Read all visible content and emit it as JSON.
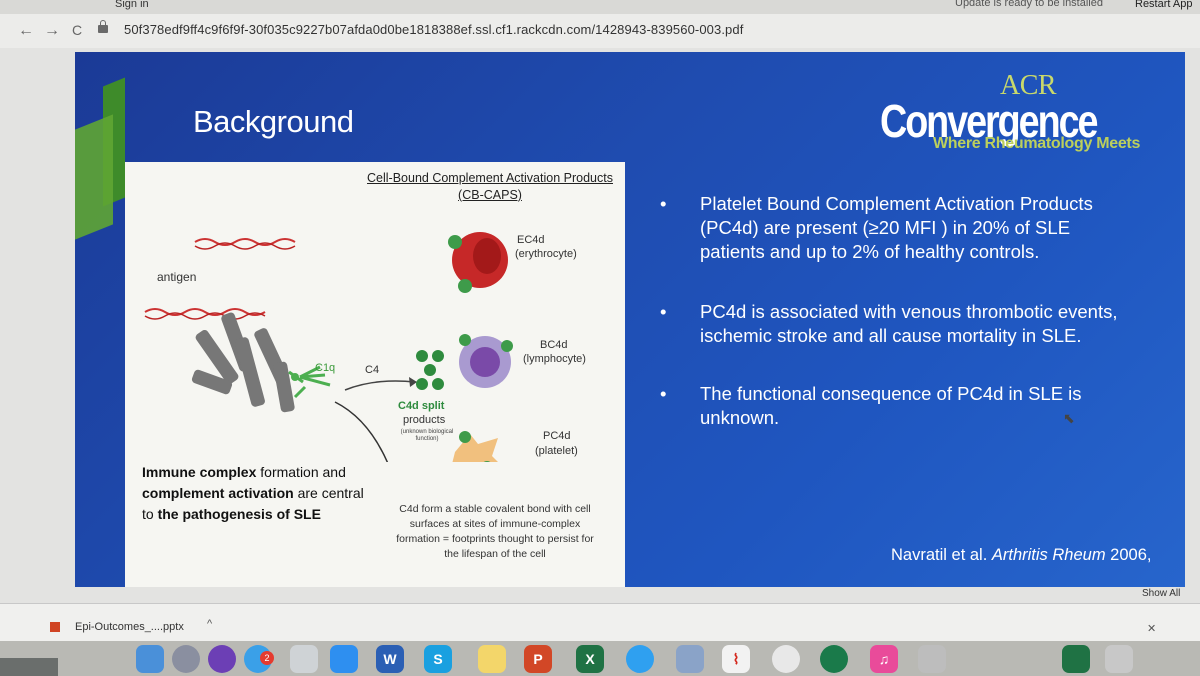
{
  "browser": {
    "tab_title": "Sign in",
    "update_notice": "Update is ready to be installed",
    "restart_label": "Restart App",
    "nav": {
      "back": "←",
      "forward": "→",
      "reload": "C"
    },
    "url": "50f378edf9ff4c9f6f9f-30f035c9227b07afda0d0be1818388ef.ssl.cf1.rackcdn.com/1428943-839560-003.pdf"
  },
  "slide": {
    "title": "Background",
    "logo": {
      "acr": "ACR",
      "convergence": "Convergence",
      "tagline": "Where Rheumatology Meets"
    },
    "figure": {
      "title_line1": "Cell-Bound Complement Activation Products",
      "title_line2": "(CB-CAPS)",
      "antigen": "antigen",
      "c1q": "C1q",
      "c4": "C4",
      "c4d_split": "C4d split",
      "products": "products",
      "unknown_line1": "(unknown biological",
      "unknown_line2": "function)",
      "ec4d": "EC4d",
      "ec4d_sub": "(erythrocyte)",
      "bc4d": "BC4d",
      "bc4d_sub": "(lymphocyte)",
      "pc4d": "PC4d",
      "pc4d_sub": "(platelet)",
      "statement_a": "Immune complex",
      "statement_b": " formation and ",
      "statement_c": "complement activation",
      "statement_d": " are central to ",
      "statement_e": "the pathogenesis of SLE",
      "caption": "C4d form a stable covalent bond with cell surfaces at sites of immune-complex formation = footprints thought to persist for the lifespan of the cell"
    },
    "bullets": [
      "Platelet Bound Complement Activation Products (PC4d) are present (≥20 MFI ) in 20% of SLE patients and  up to 2% of healthy controls.",
      "PC4d is associated with venous thrombotic events, ischemic stroke and all cause mortality in SLE.",
      "The functional consequence of PC4d in SLE is unknown."
    ],
    "bullet_marker": "•",
    "citation_a": "Navratil et al. ",
    "citation_b": "Arthritis Rheum",
    "citation_c": " 2006,"
  },
  "download_bar": {
    "file_name": "Epi-Outcomes_....pptx",
    "chevron": "^",
    "show_all": "Show All",
    "close": "✕"
  },
  "dock": {
    "badge_count": "2",
    "items": [
      "finder-icon",
      "launchpad-icon",
      "siri-icon",
      "safari-icon",
      "mail-icon",
      "rocket-icon",
      "appstore-icon",
      "word-icon",
      "skype-icon",
      "notes-icon",
      "powerpoint-icon",
      "excel-icon",
      "messages-icon",
      "preview-icon",
      "acrobat-icon",
      "chrome-icon",
      "sketch-icon",
      "itunes-icon",
      "photos-icon",
      "excel-icon-2",
      "trash-icon"
    ],
    "word_letter": "W",
    "powerpoint_letter": "P",
    "excel_letter": "X",
    "skype_letter": "S"
  }
}
